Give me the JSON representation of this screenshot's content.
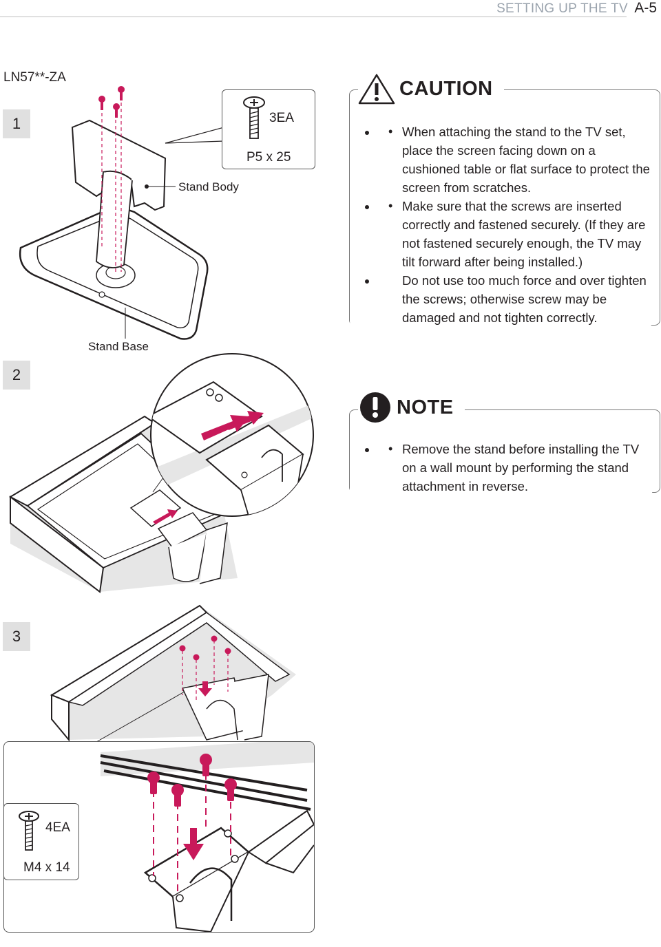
{
  "header": {
    "section": "SETTING UP THE TV",
    "page": "A-5"
  },
  "model": "LN57**-ZA",
  "steps": {
    "s1": "1",
    "s2": "2",
    "s3": "3"
  },
  "step1": {
    "stand_body_label": "Stand Body",
    "stand_base_label": "Stand Base",
    "screw_qty": "3EA",
    "screw_size": "P5 x 25"
  },
  "caution": {
    "title": "CAUTION",
    "items": [
      {
        "text": "When attaching the stand to the TV set, place the screen facing down on a cushioned table or flat surface to protect the screen from scratches.",
        "bullet": true
      },
      {
        "text": "Make sure that the screws are inserted correctly and fastened securely. (If they are not fastened securely enough, the TV may tilt forward after being installed.)",
        "bullet": true
      },
      {
        "text": "Do not use too much force and over tighten the screws; otherwise screw may be damaged and not tighten correctly.",
        "bullet": false
      }
    ]
  },
  "note": {
    "title": "NOTE",
    "items": [
      {
        "text": "Remove the stand before installing the TV on a wall mount by performing the stand attachment in reverse.",
        "bullet": true
      }
    ]
  },
  "step3": {
    "screw_qty": "4EA",
    "screw_size": "M4 x 14"
  },
  "colors": {
    "accent": "#c8195a",
    "step_bg": "#e0e0e0",
    "header_text": "#9aa3ad"
  }
}
